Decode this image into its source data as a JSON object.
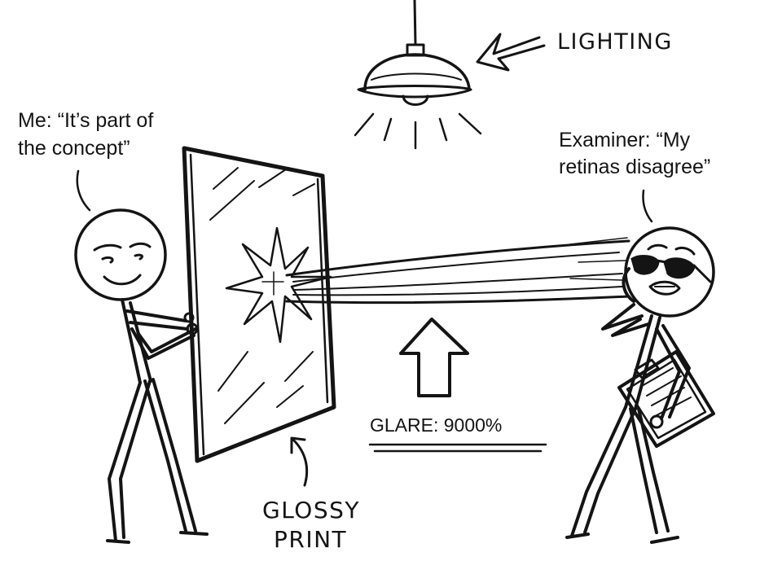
{
  "comic": {
    "me_caption": [
      "Me: “It’s part of",
      "the concept”"
    ],
    "examiner_caption": [
      "Examiner: “My",
      "retinas disagree”"
    ],
    "lighting_label": "LIGHTING",
    "glare_label": "GLARE: 9000%",
    "print_label": [
      "GLOSSY",
      "PRINT"
    ]
  },
  "colors": {
    "ink": "#141414",
    "background": "#ffffff"
  }
}
